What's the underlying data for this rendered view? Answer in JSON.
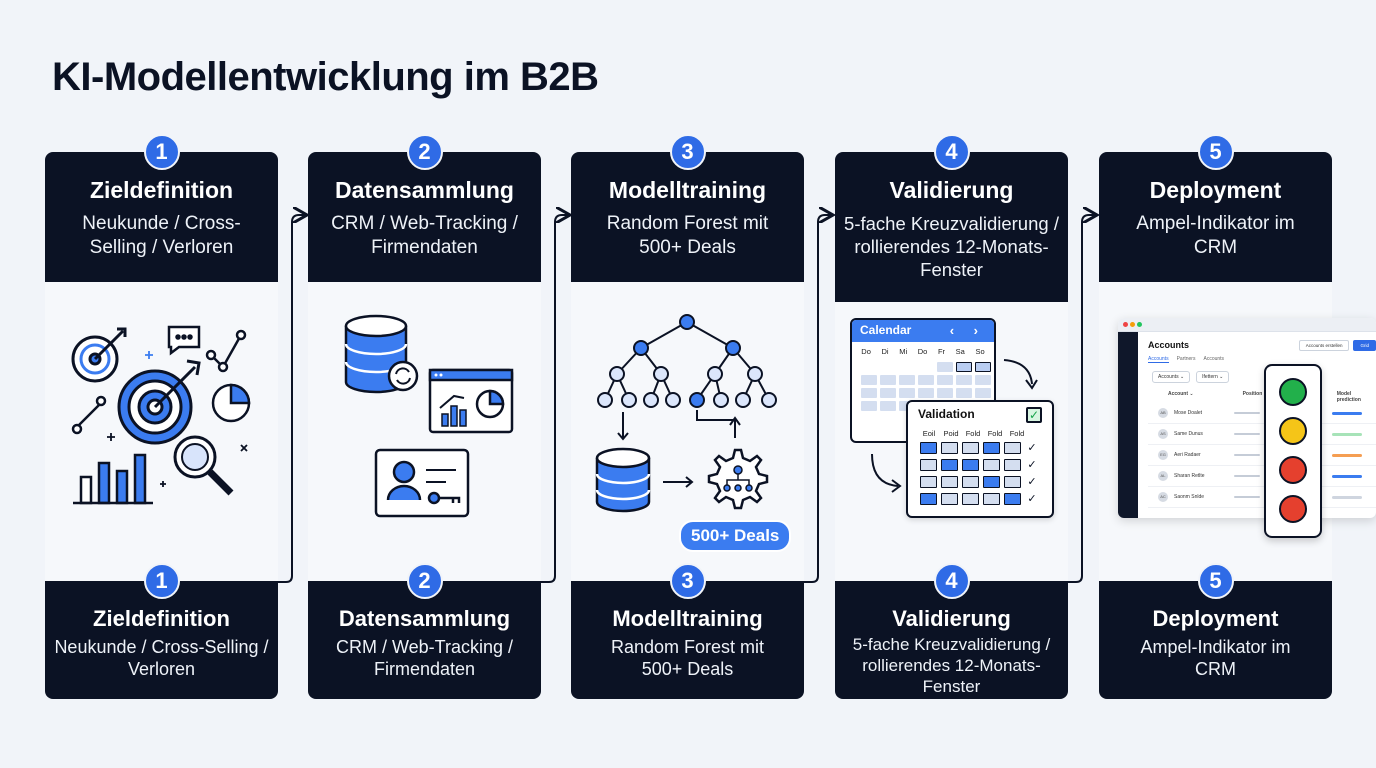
{
  "title": "KI-Modellentwicklung im B2B",
  "steps": [
    {
      "num": "1",
      "title": "Zieldefinition",
      "top_text": "Neukunde / Cross-Selling / Verloren",
      "bottom_text": "Neukunde / Cross-Selling / Verloren"
    },
    {
      "num": "2",
      "title": "Datensammlung",
      "top_text": "CRM / Web-Tracking / Firmendaten",
      "bottom_text": "CRM / Web-Tracking / Firmendaten"
    },
    {
      "num": "3",
      "title": "Modelltraining",
      "top_text": "Random Forest mit 500+ Deals",
      "bottom_text": "Random Forest mit 500+ Deals"
    },
    {
      "num": "4",
      "title": "Validierung",
      "top_text": "5-fache Kreuzvalidierung / rollierendes 12-Monats-Fenster",
      "bottom_text": "5-fache Kreuzvalidierung / rollierendes 12-Monats-Fenster"
    },
    {
      "num": "5",
      "title": "Deployment",
      "top_text": "Ampel-Indikator im CRM",
      "bottom_text": "Ampel-Indikator im CRM"
    }
  ],
  "training": {
    "badge": "500+ Deals"
  },
  "calendar": {
    "title": "Calendar",
    "nav": "‹ ›",
    "days": [
      "Do",
      "Di",
      "Mi",
      "Do",
      "Fr",
      "Sa",
      "So"
    ]
  },
  "validation": {
    "title": "Validation",
    "check": "✓",
    "folds": [
      "Eoil",
      "Poid",
      "Fold",
      "Fold",
      "Fold"
    ],
    "row_check": "✓"
  },
  "crm": {
    "heading": "Accounts",
    "tabs": [
      "Accounts",
      "Partners",
      "Accounts"
    ],
    "filters": [
      "Accounts ⌄",
      "Ifettern ⌄"
    ],
    "buttons": [
      "Accounts erstellen",
      "Grid"
    ],
    "col_account": "Account ⌄",
    "col_position": "Position",
    "col_prediction": "Model prediction",
    "rows": [
      {
        "initials": "AB",
        "name": "Mose Doalet",
        "pred_color": "#3b7cf0"
      },
      {
        "initials": "AS",
        "name": "Same Dunus",
        "pred_color": "#a7e3b8"
      },
      {
        "initials": "EG",
        "name": "Aeri Radaer",
        "pred_color": "#f59e52"
      },
      {
        "initials": "AL",
        "name": "Sharan Retlte",
        "pred_color": "#3b7cf0"
      },
      {
        "initials": "AC",
        "name": "Saonm Snlde",
        "pred_color": "#cfd5df"
      }
    ]
  },
  "colors": {
    "accent": "#2f6be6",
    "dark": "#0b1224",
    "green": "#22b04b",
    "yellow": "#f5c518",
    "red": "#e5402e"
  }
}
